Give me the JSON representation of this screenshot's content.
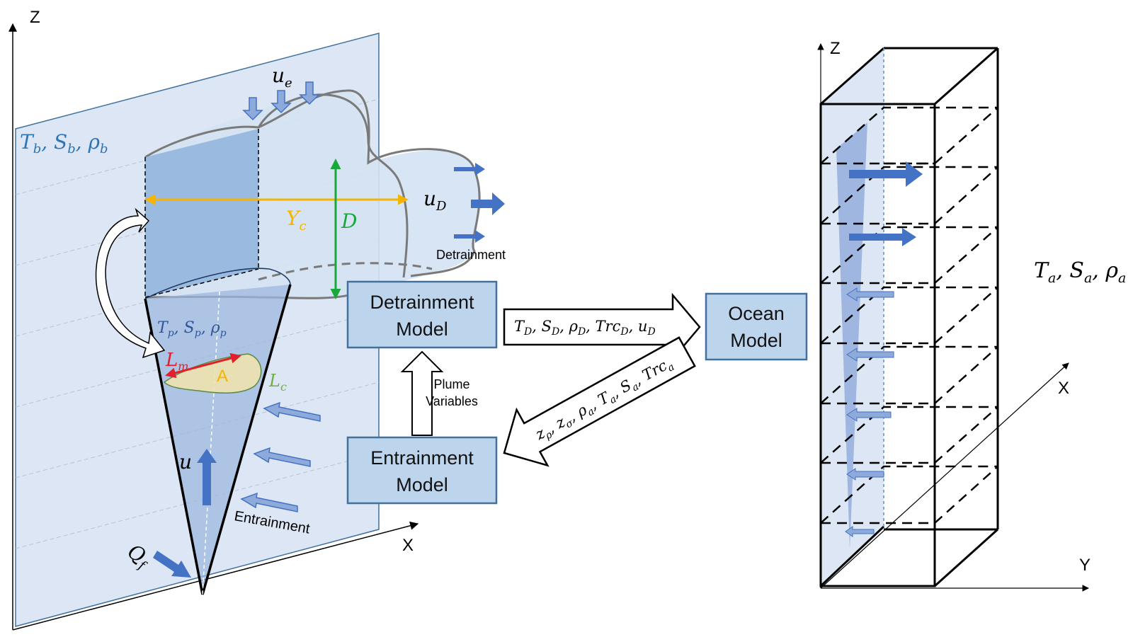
{
  "left_axes": {
    "z": "Z",
    "x": "X"
  },
  "right_axes": {
    "z": "Z",
    "x": "X",
    "y": "Y"
  },
  "symbols": {
    "ambient_left": "T_b, S_b, ρ_b",
    "ue": "u_e",
    "uD": "u_D",
    "Yc": "Y_c",
    "D": "D",
    "plume": "T_p, S_p, ρ_p",
    "Lm": "L_m",
    "A": "A",
    "Lc": "L_c",
    "u": "u",
    "Qf": "Q_f",
    "ambient_right": "T_a, S_a, ρ_a"
  },
  "labels": {
    "detrainment": "Detrainment",
    "entrainment": "Entrainment",
    "plume_variables_1": "Plume",
    "plume_variables_2": "Variables"
  },
  "boxes": {
    "detrainment_model_1": "Detrainment",
    "detrainment_model_2": "Model",
    "entrainment_model_1": "Entrainment",
    "entrainment_model_2": "Model",
    "ocean_model_1": "Ocean",
    "ocean_model_2": "Model"
  },
  "arrow_labels": {
    "to_ocean": "T_D, S_D, ρ_D, Trc_D, u_D",
    "from_ocean": "z_ρ, z_σ, ρ_a, T_a, S_a, Trc_a"
  },
  "colors": {
    "plane": "#dce6f4",
    "box_fill": "#bcd4ec",
    "box_stroke": "#41719c",
    "arrow_blue": "#4472c4",
    "red": "#e0202a",
    "green": "#1aa83c",
    "orange": "#f5b400",
    "grey": "#7f7f7f"
  }
}
